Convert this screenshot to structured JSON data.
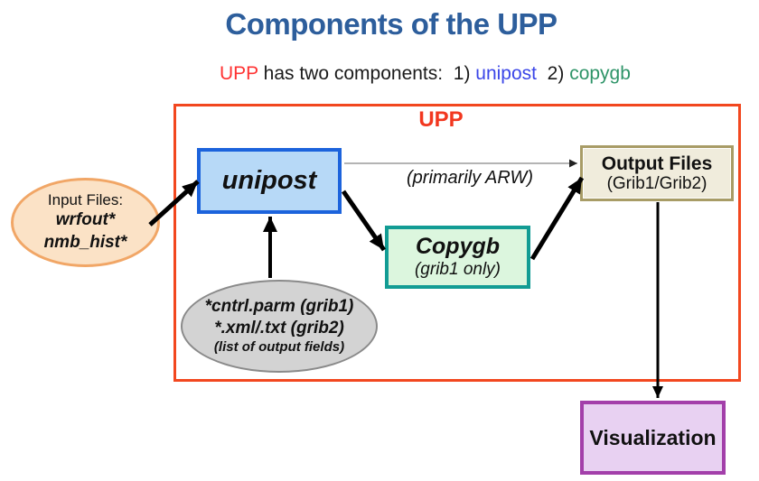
{
  "title": "Components of the UPP",
  "subtitle": {
    "upp": "UPP",
    "rest": " has two components:  ",
    "item1_num": "1) ",
    "item1": "unipost",
    "item2_num": "  2) ",
    "item2": "copygb"
  },
  "upp_container": {
    "label": "UPP"
  },
  "nodes": {
    "input_files": {
      "line1": "Input Files:",
      "line2": "wrfout*",
      "line3": "nmb_hist*"
    },
    "unipost": {
      "label": "unipost"
    },
    "copygb": {
      "label": "Copygb",
      "sublabel": "(grib1 only)"
    },
    "control_files": {
      "line1": "*cntrl.parm (grib1)",
      "line2": "*.xml/.txt (grib2)",
      "line3": "(list of output fields)"
    },
    "output_files": {
      "label": "Output Files",
      "sublabel": "(Grib1/Grib2)"
    },
    "visualization": {
      "label": "Visualization"
    }
  },
  "annotations": {
    "primarily_arw": "(primarily ARW)"
  },
  "colors": {
    "title_blue": "#2D5E9C",
    "subtitle_upp_red": "#FF3333",
    "subtitle_unipost_blue": "#3B46E8",
    "subtitle_copygb_green": "#2E9468",
    "upp_frame_border": "#F2471F",
    "unipost_fill": "#B7D9F7",
    "unipost_border": "#1C63DC",
    "copygb_fill": "#DCF6DE",
    "copygb_border": "#129C94",
    "output_files_fill": "#F0ECDC",
    "output_files_border": "#A89C66",
    "visualization_fill": "#E8D1F2",
    "visualization_border": "#A33FAA",
    "input_files_fill": "#FBE2C6",
    "input_files_border": "#F1A666",
    "control_files_fill": "#D3D3D3",
    "control_files_border": "#8A8A8A",
    "arrow_black": "#000000"
  }
}
